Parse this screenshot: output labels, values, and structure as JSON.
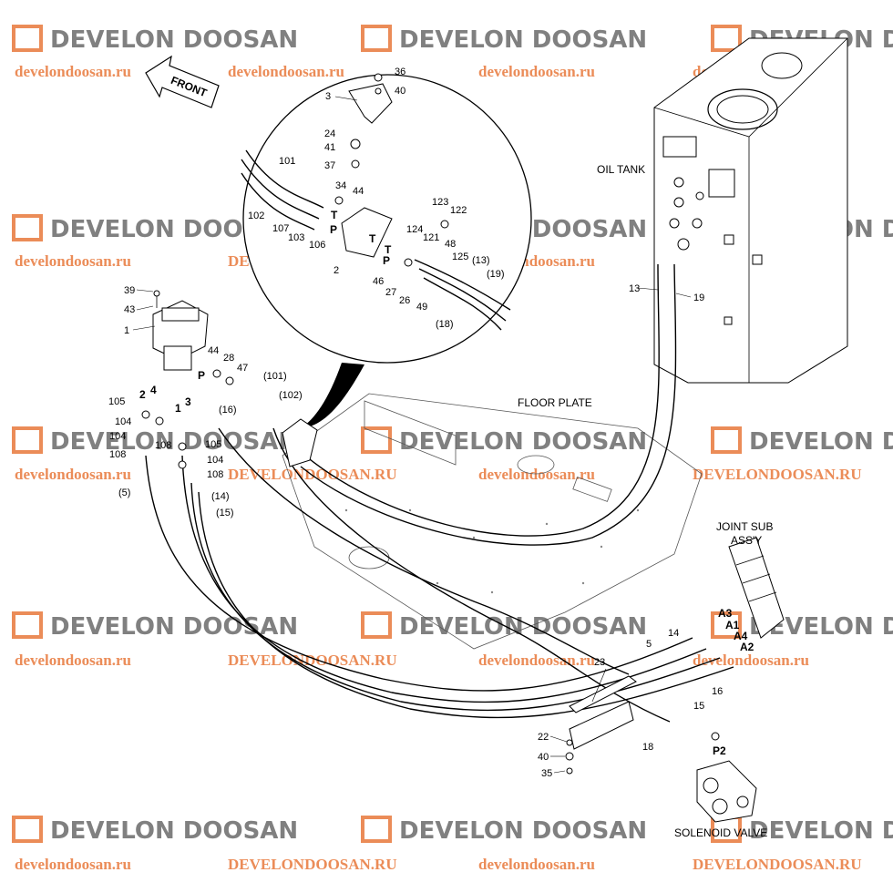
{
  "watermark": {
    "brand": "DEVELON DOOSAN",
    "url_lower": "develondoosan.ru",
    "url_upper": "DEVELONDOOSAN.RU"
  },
  "arrow_label": "FRONT",
  "components": {
    "oil_tank": "OIL TANK",
    "floor_plate": "FLOOR PLATE",
    "joint_sub_line1": "JOINT SUB",
    "joint_sub_line2": "ASS'Y",
    "solenoid_valve": "SOLENOID VALVE"
  },
  "port_labels": {
    "a3": "A3",
    "a1": "A1",
    "a4": "A4",
    "a2": "A2",
    "p2": "P2",
    "t1": "T",
    "t2": "T",
    "t3": "T",
    "p1": "P",
    "p2b": "P",
    "p3": "P",
    "n1": "1",
    "n2": "2",
    "n3": "3",
    "n4": "4"
  },
  "callouts": {
    "c36": "36",
    "c40a": "40",
    "c3": "3",
    "c24": "24",
    "c41": "41",
    "c37": "37",
    "c101d": "101",
    "c102d": "102",
    "c107": "107",
    "c103": "103",
    "c106": "106",
    "c34": "34",
    "c44d": "44",
    "c2d": "2",
    "c123": "123",
    "c122": "122",
    "c124": "124",
    "c121": "121",
    "c48": "48",
    "c125": "125",
    "c13p": "(13)",
    "c19p": "(19)",
    "c46": "46",
    "c27": "27",
    "c26": "26",
    "c49": "49",
    "c18p": "(18)",
    "c39": "39",
    "c43": "43",
    "c1": "1",
    "c44": "44",
    "c28": "28",
    "c47": "47",
    "c101p": "(101)",
    "c102p": "(102)",
    "c16p": "(16)",
    "c105a": "105",
    "c104a": "104",
    "c108a": "108",
    "c108b": "108",
    "c105b": "105",
    "c104b": "104",
    "c108c": "108",
    "c5p": "(5)",
    "c14p": "(14)",
    "c15p": "(15)",
    "c13": "13",
    "c19": "19",
    "c14": "14",
    "c5": "5",
    "c16": "16",
    "c15": "15",
    "c18": "18",
    "c23": "23",
    "c22": "22",
    "c40b": "40",
    "c35": "35"
  }
}
